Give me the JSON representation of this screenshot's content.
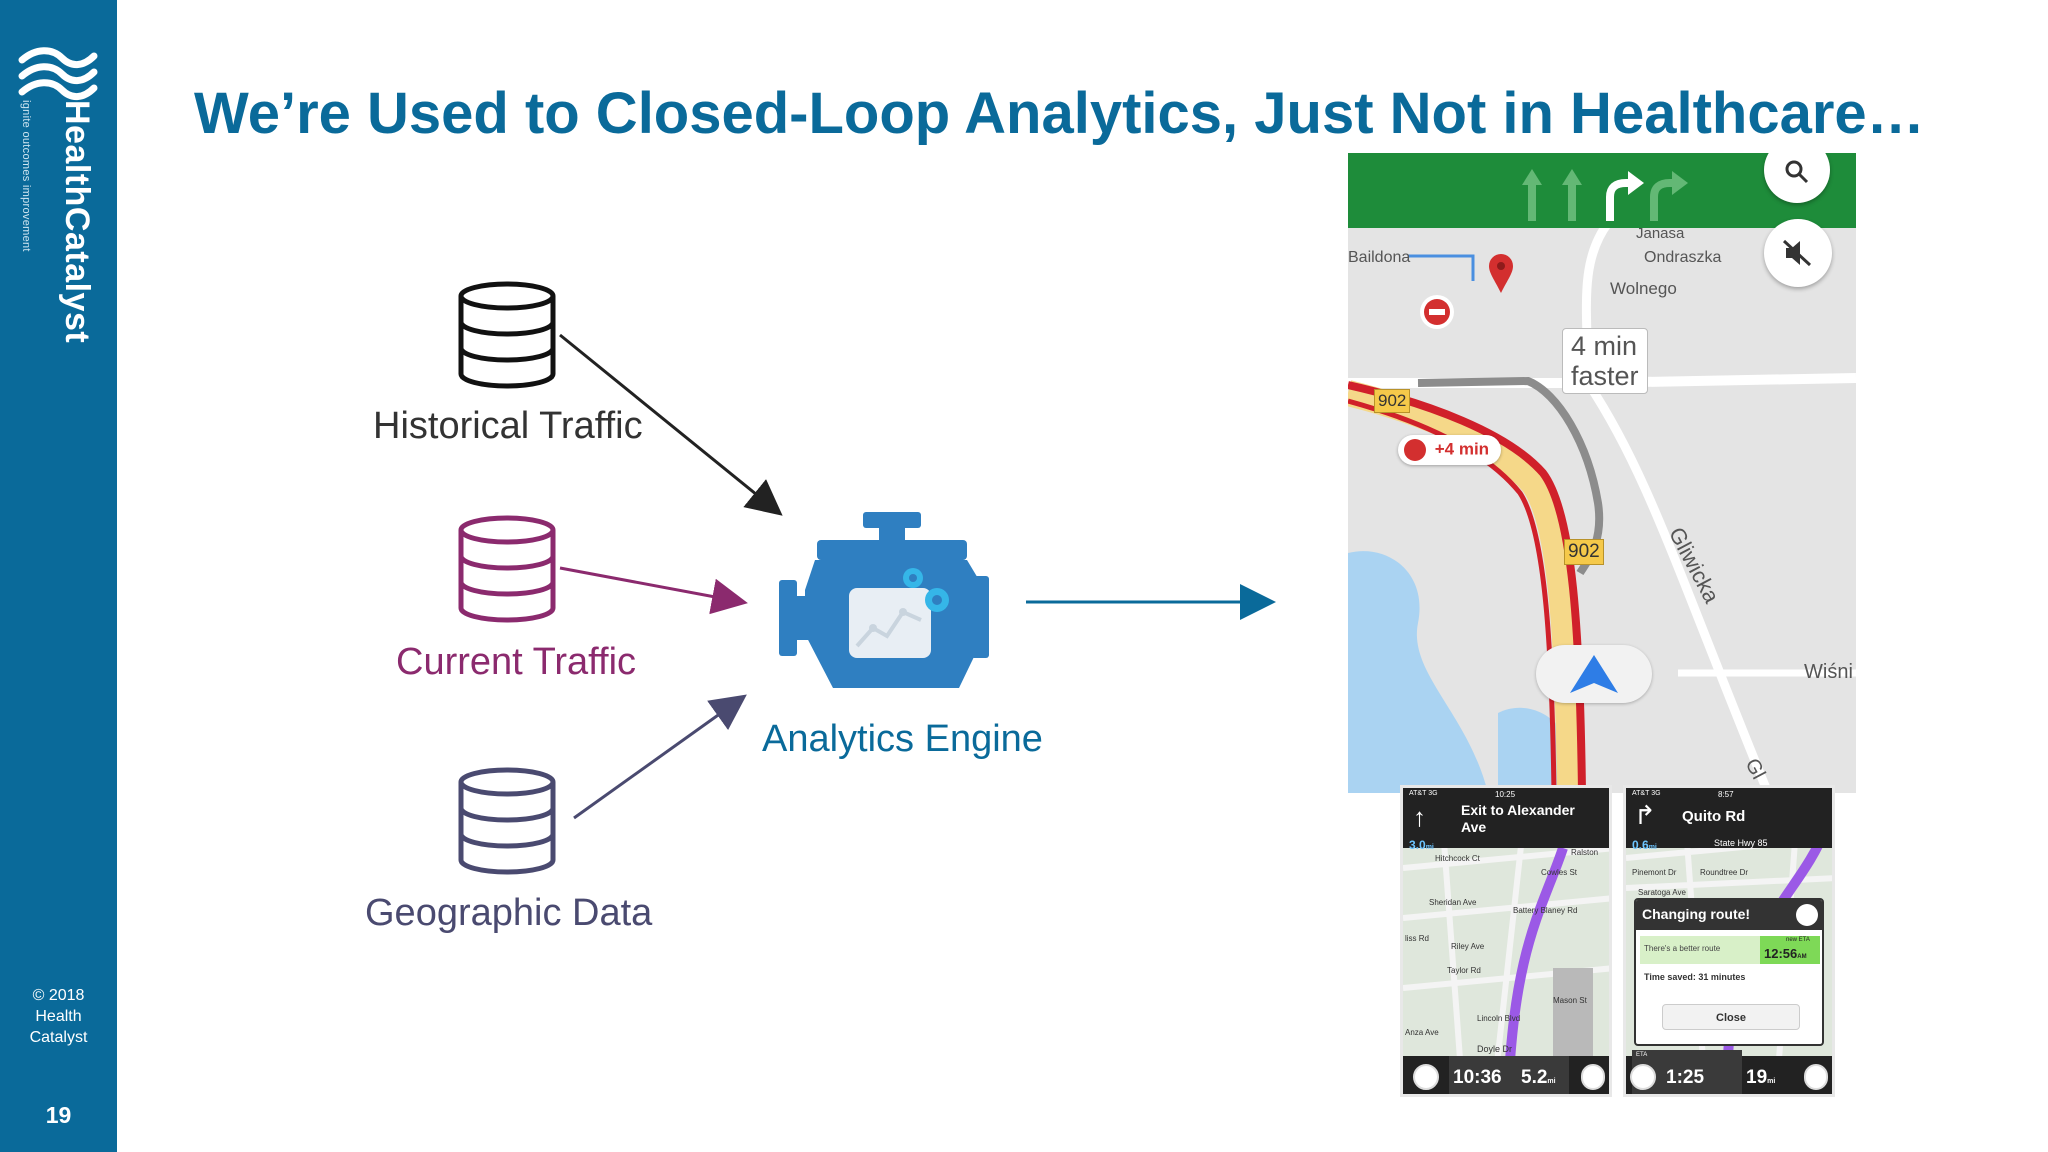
{
  "sidebar": {
    "brand": "HealthCatalyst",
    "tagline": "ignite outcomes improvement",
    "copyright": [
      "© 2018",
      "Health",
      "Catalyst"
    ],
    "page_number": "19"
  },
  "title": "We’re Used to Closed-Loop Analytics, Just Not in Healthcare…",
  "sources": {
    "historical": "Historical Traffic",
    "current": "Current Traffic",
    "geographic": "Geographic Data"
  },
  "engine": {
    "label": "Analytics Engine"
  },
  "colors": {
    "primary": "#0a6a9a",
    "historical": "#222222",
    "current": "#8b2a6e",
    "geographic": "#4a4a70",
    "map_route": "#d0202a",
    "nav_green": "#1e8c3a"
  },
  "map": {
    "streets": [
      "Janasa",
      "Ondraszka",
      "Wolnego",
      "Baildona",
      "Gliwicka",
      "Wiśni",
      "Gl"
    ],
    "road_number": "902",
    "faster_callout": [
      "4 min",
      "faster"
    ],
    "delay_badge": "+4 min",
    "icons": [
      "search-icon",
      "mute-icon",
      "location-pin-icon",
      "no-entry-icon",
      "car-icon",
      "navigation-arrow-icon",
      "turn-arrow-icon"
    ]
  },
  "phone1": {
    "status": [
      "AT&T 3G",
      "10:25"
    ],
    "instruction": [
      "Exit to Alexander",
      "Ave"
    ],
    "distance": "3.0",
    "distance_unit": "mi",
    "streets": [
      "Hitchcock Ct",
      "Ralston",
      "Cowles St",
      "Sheridan Ave",
      "Battery Blaney Rd",
      "liss Rd",
      "Riley Ave",
      "Taylor Rd",
      "Mason St",
      "Lincoln Blvd",
      "Anza Ave",
      "Doyle Dr"
    ],
    "eta": "10:36",
    "remaining": "5.2",
    "remaining_unit": "mi"
  },
  "phone2": {
    "status": [
      "AT&T 3G",
      "8:57"
    ],
    "instruction": "Quito Rd",
    "distance": "0.6",
    "distance_unit": "mi",
    "streets": [
      "State Hwy 85",
      "Pinemont Dr",
      "Roundtree Dr",
      "Saratoga Ave"
    ],
    "dialog_title": "Changing route!",
    "dialog_msg": "There's a better route",
    "new_eta_label": "new ETA",
    "new_eta": "12:56",
    "new_eta_suffix": "AM",
    "time_saved": "Time saved: 31 minutes",
    "close_label": "Close",
    "eta_label": "ETA",
    "eta": "1:25",
    "remaining": "19",
    "remaining_unit": "mi"
  }
}
